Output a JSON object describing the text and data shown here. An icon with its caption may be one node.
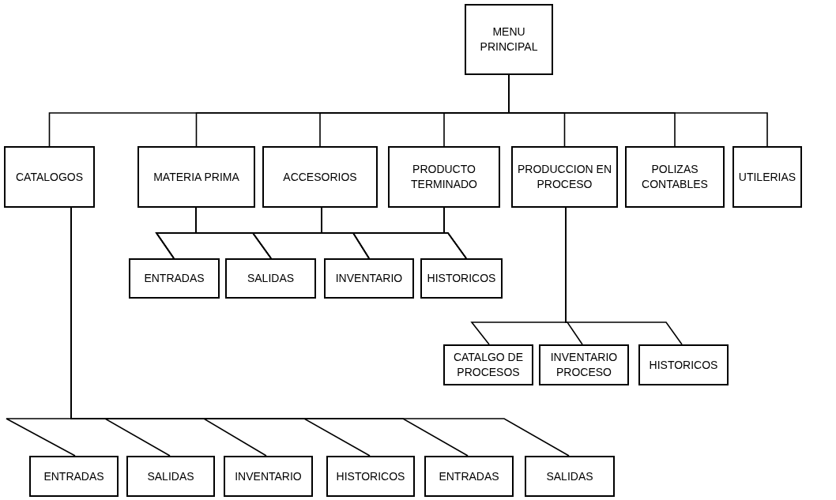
{
  "diagram": {
    "nodes": [
      {
        "text": [
          "MENU PRINCIPAL"
        ]
      },
      {
        "text": [
          "CATALOGOS"
        ]
      },
      {
        "text": [
          "MATERIA PRIMA"
        ]
      },
      {
        "text": [
          "ACCESORIOS"
        ]
      },
      {
        "text": [
          "PRODUCTO TERMINADO"
        ]
      },
      {
        "text": [
          "PRODUCCION EN PROCESO"
        ]
      },
      {
        "text": [
          "POLIZAS CONTABLES"
        ]
      },
      {
        "text": [
          "UTILERIAS"
        ]
      },
      {
        "text": [
          "ENTRADAS"
        ]
      },
      {
        "text": [
          "SALIDAS"
        ]
      },
      {
        "text": [
          "INVENTARIO"
        ]
      },
      {
        "text": [
          "HISTORICOS"
        ]
      },
      {
        "text": [
          "CATALGO DE PROCESOS"
        ]
      },
      {
        "text": [
          "INVENTARIO PROCESO"
        ]
      },
      {
        "text": [
          "HISTORICOS"
        ]
      },
      {
        "text": [
          "ENTRADAS"
        ]
      },
      {
        "text": [
          "SALIDAS"
        ]
      },
      {
        "text": [
          "INVENTARIO"
        ]
      },
      {
        "text": [
          "HISTORICOS"
        ]
      },
      {
        "text": [
          "ENTRADAS"
        ]
      },
      {
        "text": [
          "SALIDAS"
        ]
      }
    ],
    "edges": [
      {
        "from": 0,
        "to": 1,
        "arrow": "none"
      },
      {
        "from": 0,
        "to": 2,
        "arrow": "none"
      },
      {
        "from": 0,
        "to": 3,
        "arrow": "none"
      },
      {
        "from": 0,
        "to": 4,
        "arrow": "none"
      },
      {
        "from": 0,
        "to": 5,
        "arrow": "none"
      },
      {
        "from": 0,
        "to": 6,
        "arrow": "none"
      },
      {
        "from": 0,
        "to": 7,
        "arrow": "none"
      },
      {
        "from": 2,
        "to": 8,
        "arrow": "none"
      },
      {
        "from": 2,
        "to": 9,
        "arrow": "none"
      },
      {
        "from": 2,
        "to": 10,
        "arrow": "none"
      },
      {
        "from": 2,
        "to": 11,
        "arrow": "none"
      },
      {
        "from": 3,
        "to": 8,
        "arrow": "none"
      },
      {
        "from": 3,
        "to": 9,
        "arrow": "none"
      },
      {
        "from": 3,
        "to": 10,
        "arrow": "none"
      },
      {
        "from": 3,
        "to": 11,
        "arrow": "none"
      },
      {
        "from": 4,
        "to": 8,
        "arrow": "none"
      },
      {
        "from": 4,
        "to": 9,
        "arrow": "none"
      },
      {
        "from": 4,
        "to": 10,
        "arrow": "none"
      },
      {
        "from": 4,
        "to": 11,
        "arrow": "none"
      },
      {
        "from": 5,
        "to": 12,
        "arrow": "none"
      },
      {
        "from": 5,
        "to": 13,
        "arrow": "none"
      },
      {
        "from": 5,
        "to": 14,
        "arrow": "none"
      },
      {
        "from": 1,
        "to": 15,
        "arrow": "none"
      },
      {
        "from": 1,
        "to": 16,
        "arrow": "none"
      },
      {
        "from": 1,
        "to": 17,
        "arrow": "none"
      },
      {
        "from": 1,
        "to": 18,
        "arrow": "none"
      },
      {
        "from": 1,
        "to": 19,
        "arrow": "none"
      },
      {
        "from": 1,
        "to": 20,
        "arrow": "none"
      }
    ]
  }
}
